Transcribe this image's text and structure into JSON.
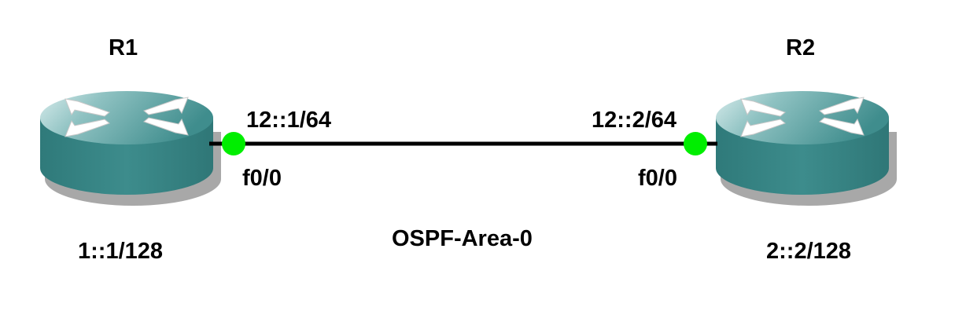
{
  "routers": [
    {
      "name": "R1",
      "interface": "f0/0",
      "link_address": "12::1/64",
      "loopback": "1::1/128",
      "icon": "router-icon"
    },
    {
      "name": "R2",
      "interface": "f0/0",
      "link_address": "12::2/64",
      "loopback": "2::2/128",
      "icon": "router-icon"
    }
  ],
  "link": {
    "area": "OSPF-Area-0",
    "color": "#000000",
    "endpoint_color": "#00ee00"
  },
  "colors": {
    "router_body": "#3a8a8a",
    "router_top": "#9ccaca",
    "router_shadow": "#9a9a9a"
  }
}
